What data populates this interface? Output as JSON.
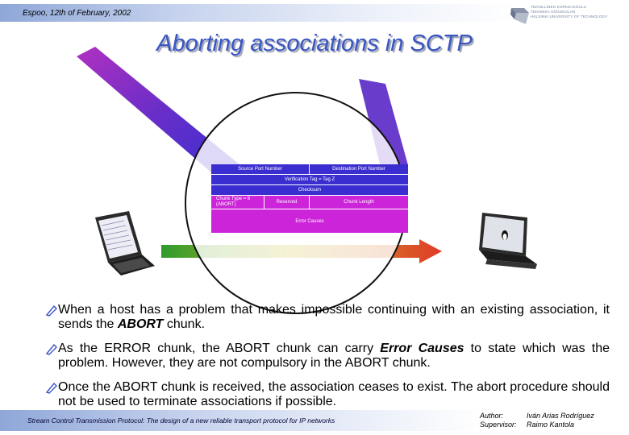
{
  "header": {
    "date": "Espoo, 12th of February, 2002",
    "logo_lines": [
      "TEKNILLINEN KORKEAKOULU",
      "TEKNISKA HÖGSKOLAN",
      "HELSINKI UNIVERSITY OF TECHNOLOGY"
    ]
  },
  "title": "Aborting associations in SCTP",
  "packet": {
    "source_port": "Source Port Number",
    "dest_port": "Destination Port Number",
    "verification_tag": "Verification Tag = Tag Z",
    "checksum": "Checksum",
    "chunk_type_1": "Chunk Type = 6",
    "chunk_type_2": "(ABORT)",
    "reserved": "Reserved",
    "chunk_length": "Chunk Length",
    "error_causes": "Error Causes"
  },
  "bullets": {
    "b1_before": "When a host has a problem that makes impossible continuing with an existing association, it sends the ",
    "b1_bold": "ABORT",
    "b1_after": " chunk.",
    "b2_before": "As the ERROR chunk, the ABORT chunk can carry ",
    "b2_bold": "Error Causes",
    "b2_after": " to state which was the problem. However, they are not compulsory in the ABORT chunk.",
    "b3": "Once the ABORT chunk is received, the association ceases to exist. The abort procedure should not be used to terminate associations if possible."
  },
  "footer": {
    "text": "Stream Control Transmission Protocol: The design of a new reliable transport protocol for IP networks",
    "author_label": "Author:",
    "author_name": "Iván Arias Rodríguez",
    "supervisor_label": "Supervisor:",
    "supervisor_name": "Raimo Kantola"
  },
  "colors": {
    "title": "#3a55c4",
    "packet_blue": "#3a2ed0",
    "packet_magenta": "#cc24d8"
  }
}
